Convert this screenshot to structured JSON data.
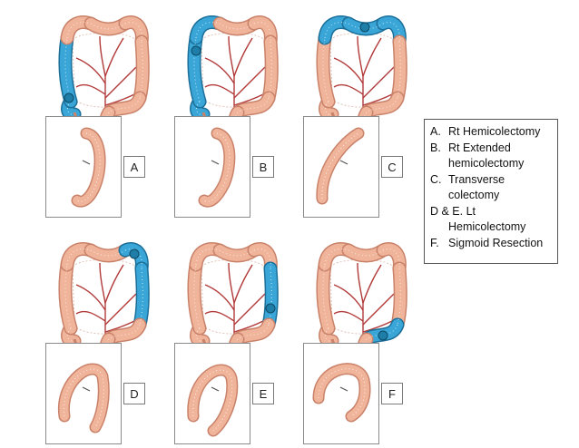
{
  "colors": {
    "colon_fill": "#f0b49a",
    "colon_edge": "#c9826a",
    "resected": "#3aa6d8",
    "resected_edge": "#1c6f99",
    "vessel_red": "#b23a3a",
    "vessel_teal": "#1a6e74"
  },
  "panels": [
    {
      "id": "A",
      "label": "A",
      "resected_segment": "right colon (ileocolic + right colic)"
    },
    {
      "id": "B",
      "label": "B",
      "resected_segment": "right colon + proximal transverse"
    },
    {
      "id": "C",
      "label": "C",
      "resected_segment": "transverse colon"
    },
    {
      "id": "D",
      "label": "D",
      "resected_segment": "splenic flexure + upper descending"
    },
    {
      "id": "E",
      "label": "E",
      "resected_segment": "left colon (descending)"
    },
    {
      "id": "F",
      "label": "F",
      "resected_segment": "sigmoid colon"
    }
  ],
  "legend": {
    "items": [
      {
        "key": "A.",
        "text": "Rt Hemicolectomy"
      },
      {
        "key": "B.",
        "text": "Rt Extended",
        "text2": "hemicolectomy"
      },
      {
        "key": "C.",
        "text": "Transverse",
        "text2": "colectomy"
      },
      {
        "key": "",
        "text": "D & E. Lt",
        "text2": "Hemicolectomy",
        "wide": true
      },
      {
        "key": "F.",
        "text": "Sigmoid Resection"
      }
    ]
  }
}
